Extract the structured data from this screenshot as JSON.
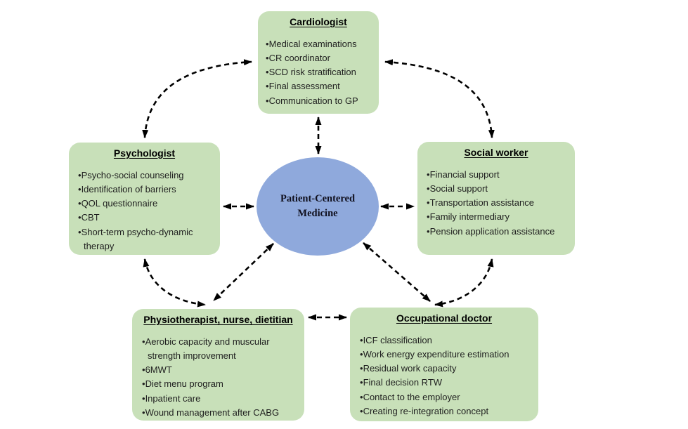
{
  "theme": {
    "box_fill": "#C8E0B9",
    "ellipse_fill": "#8FA9DC",
    "arrow_color": "#000000",
    "text_color": "#1f1f1f"
  },
  "diagram": {
    "center": {
      "label": "Patient-Centered Medicine"
    },
    "boxes": {
      "cardiologist": {
        "title": "Cardiologist",
        "items": [
          "Medical examinations",
          "CR coordinator",
          "SCD risk stratification",
          "Final assessment",
          "Communication to GP"
        ]
      },
      "psychologist": {
        "title": "Psychologist",
        "items": [
          "Psycho-social counseling",
          "Identification of barriers",
          "QOL questionnaire",
          "CBT",
          "Short-term psycho-dynamic therapy"
        ]
      },
      "social_worker": {
        "title": "Social worker",
        "items": [
          "Financial support",
          "Social support",
          "Transportation assistance",
          "Family intermediary",
          "Pension application assistance"
        ]
      },
      "physiotherapist": {
        "title": "Physiotherapist, nurse, dietitian",
        "items": [
          "Aerobic capacity and muscular strength improvement",
          "6MWT",
          "Diet menu program",
          "Inpatient care",
          "Wound management after CABG"
        ]
      },
      "occupational_doctor": {
        "title": "Occupational doctor",
        "items": [
          "ICF classification",
          "Work energy expenditure estimation",
          "Residual work capacity",
          "Final decision RTW",
          "Contact to the employer",
          "Creating re-integration concept"
        ]
      }
    },
    "connections": [
      {
        "from": "psychologist",
        "to": "cardiologist",
        "style": "dashed-double-arrow"
      },
      {
        "from": "cardiologist",
        "to": "social_worker",
        "style": "dashed-double-arrow"
      },
      {
        "from": "psychologist",
        "to": "physiotherapist",
        "style": "dashed-double-arrow"
      },
      {
        "from": "social_worker",
        "to": "occupational_doctor",
        "style": "dashed-double-arrow"
      },
      {
        "from": "physiotherapist",
        "to": "occupational_doctor",
        "style": "dashed-double-arrow"
      },
      {
        "from": "center",
        "to": "cardiologist",
        "style": "dashed-double-arrow"
      },
      {
        "from": "center",
        "to": "psychologist",
        "style": "dashed-double-arrow"
      },
      {
        "from": "center",
        "to": "social_worker",
        "style": "dashed-double-arrow"
      },
      {
        "from": "center",
        "to": "physiotherapist",
        "style": "dashed-double-arrow"
      },
      {
        "from": "center",
        "to": "occupational_doctor",
        "style": "dashed-double-arrow"
      }
    ]
  }
}
